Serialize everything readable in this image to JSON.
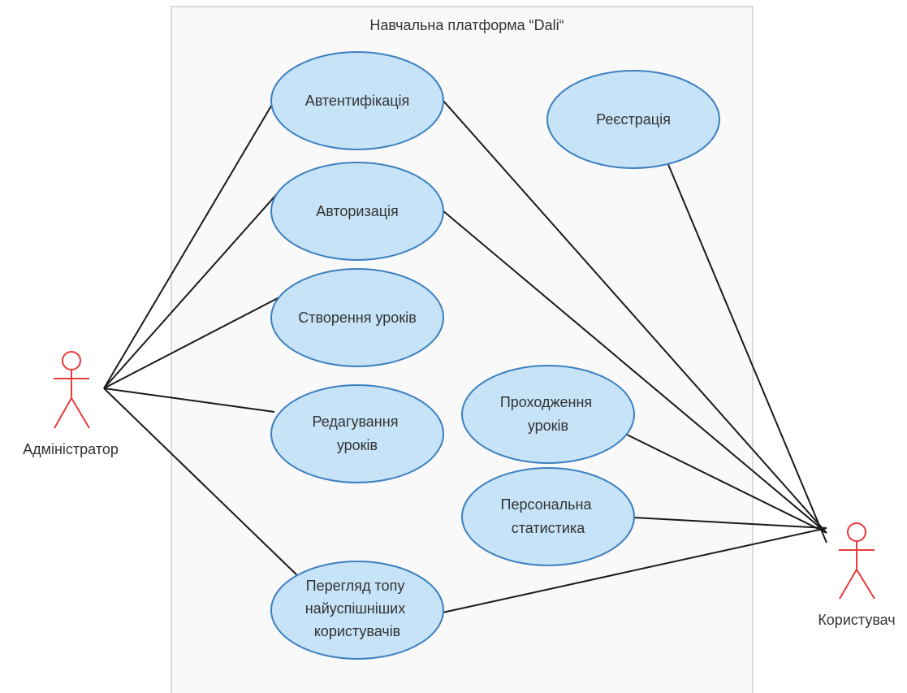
{
  "system": {
    "title": "Навчальна платформа “Dali“"
  },
  "actors": {
    "admin": "Адміністратор",
    "user": "Користувач"
  },
  "use_cases": {
    "authentication": [
      "Автентифікація"
    ],
    "registration": [
      "Реєстрація"
    ],
    "authorization": [
      "Авторизація"
    ],
    "create_lessons": [
      "Створення уроків"
    ],
    "edit_lessons": [
      "Редагування",
      "уроків"
    ],
    "take_lessons": [
      "Проходження",
      "уроків"
    ],
    "personal_stats": [
      "Персональна",
      "статистика"
    ],
    "top_users": [
      "Перегляд топу",
      "найуспішніших",
      "користувачів"
    ]
  },
  "colors": {
    "usecase_fill": "#c6e3f7",
    "usecase_stroke": "#3d80c0",
    "actor": "#e83a3a",
    "boundary_fill": "#faf9f9",
    "boundary_stroke": "#b8b8b8",
    "line": "#1a1a1a"
  }
}
